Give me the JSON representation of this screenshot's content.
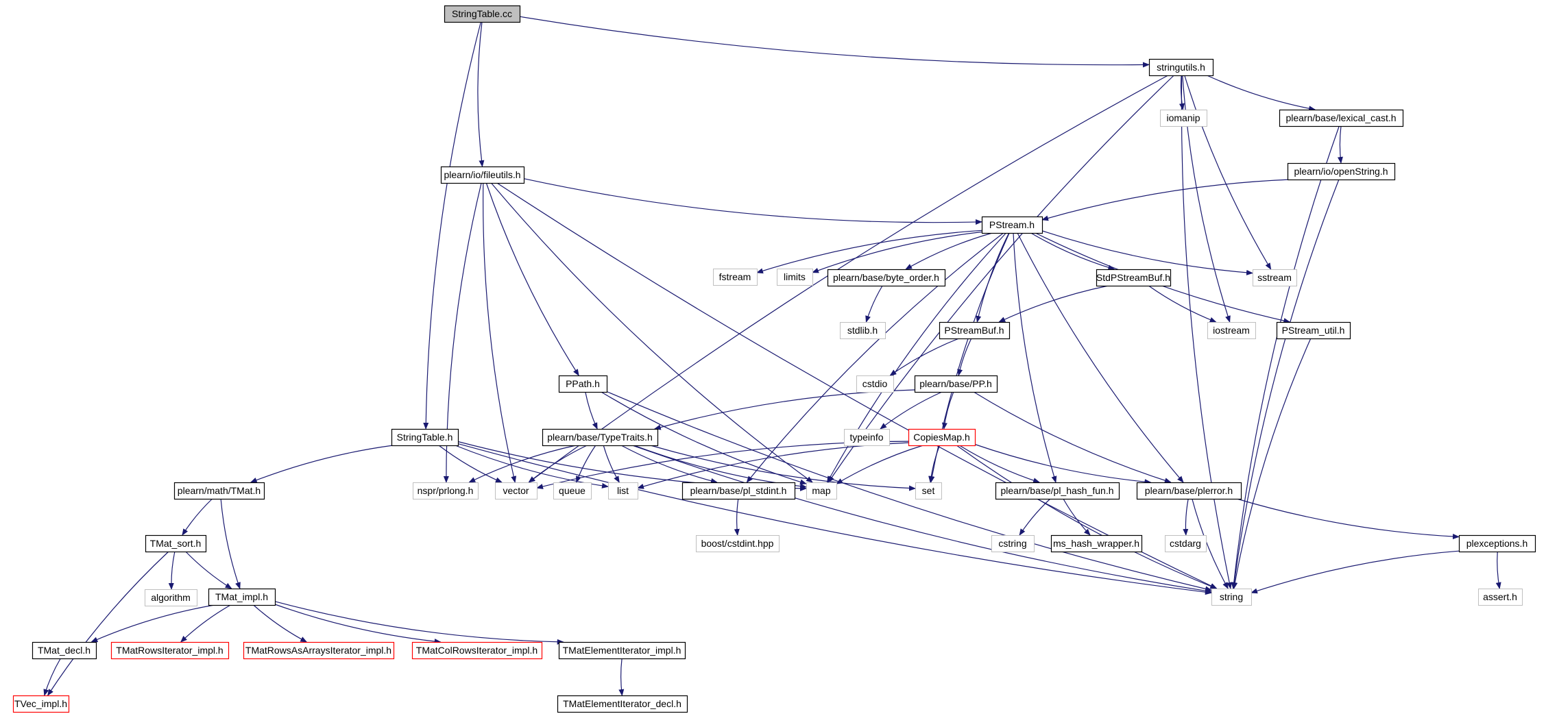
{
  "graph": {
    "edge_color": "#191970",
    "nodes": [
      {
        "id": "stringtable_cc",
        "label": "StringTable.cc",
        "kind": "root"
      },
      {
        "id": "stringutils_h",
        "label": "stringutils.h",
        "kind": "documented"
      },
      {
        "id": "iomanip",
        "label": "iomanip",
        "kind": "system"
      },
      {
        "id": "lexical_cast_h",
        "label": "plearn/base/lexical_cast.h",
        "kind": "documented"
      },
      {
        "id": "fileutils_h",
        "label": "plearn/io/fileutils.h",
        "kind": "documented"
      },
      {
        "id": "openstring_h",
        "label": "plearn/io/openString.h",
        "kind": "documented"
      },
      {
        "id": "pstream_h",
        "label": "PStream.h",
        "kind": "documented"
      },
      {
        "id": "fstream",
        "label": "fstream",
        "kind": "system"
      },
      {
        "id": "limits",
        "label": "limits",
        "kind": "system"
      },
      {
        "id": "byte_order_h",
        "label": "plearn/base/byte_order.h",
        "kind": "documented"
      },
      {
        "id": "stdpstreambuf_h",
        "label": "StdPStreamBuf.h",
        "kind": "documented"
      },
      {
        "id": "sstream",
        "label": "sstream",
        "kind": "system"
      },
      {
        "id": "stdlib_h",
        "label": "stdlib.h",
        "kind": "system"
      },
      {
        "id": "pstreambuf_h",
        "label": "PStreamBuf.h",
        "kind": "documented"
      },
      {
        "id": "iostream",
        "label": "iostream",
        "kind": "system"
      },
      {
        "id": "pstream_util_h",
        "label": "PStream_util.h",
        "kind": "documented"
      },
      {
        "id": "cstdio",
        "label": "cstdio",
        "kind": "system"
      },
      {
        "id": "pp_h",
        "label": "plearn/base/PP.h",
        "kind": "documented"
      },
      {
        "id": "ppath_h",
        "label": "PPath.h",
        "kind": "documented"
      },
      {
        "id": "typeinfo",
        "label": "typeinfo",
        "kind": "system"
      },
      {
        "id": "copiesmap_h",
        "label": "CopiesMap.h",
        "kind": "truncated"
      },
      {
        "id": "stringtable_h",
        "label": "StringTable.h",
        "kind": "documented"
      },
      {
        "id": "typetraits_h",
        "label": "plearn/base/TypeTraits.h",
        "kind": "documented"
      },
      {
        "id": "tmat_h",
        "label": "plearn/math/TMat.h",
        "kind": "documented"
      },
      {
        "id": "prlong_h",
        "label": "nspr/prlong.h",
        "kind": "system"
      },
      {
        "id": "vector",
        "label": "vector",
        "kind": "system"
      },
      {
        "id": "queue",
        "label": "queue",
        "kind": "system"
      },
      {
        "id": "list",
        "label": "list",
        "kind": "system"
      },
      {
        "id": "pl_stdint_h",
        "label": "plearn/base/pl_stdint.h",
        "kind": "documented"
      },
      {
        "id": "map",
        "label": "map",
        "kind": "system"
      },
      {
        "id": "set",
        "label": "set",
        "kind": "system"
      },
      {
        "id": "pl_hash_fun_h",
        "label": "plearn/base/pl_hash_fun.h",
        "kind": "documented"
      },
      {
        "id": "plerror_h",
        "label": "plearn/base/plerror.h",
        "kind": "documented"
      },
      {
        "id": "tmat_sort_h",
        "label": "TMat_sort.h",
        "kind": "documented"
      },
      {
        "id": "cstdint_hpp",
        "label": "boost/cstdint.hpp",
        "kind": "system"
      },
      {
        "id": "cstring",
        "label": "cstring",
        "kind": "system"
      },
      {
        "id": "ms_hash_wrapper_h",
        "label": "ms_hash_wrapper.h",
        "kind": "documented"
      },
      {
        "id": "cstdarg",
        "label": "cstdarg",
        "kind": "system"
      },
      {
        "id": "plexceptions_h",
        "label": "plexceptions.h",
        "kind": "documented"
      },
      {
        "id": "algorithm",
        "label": "algorithm",
        "kind": "system"
      },
      {
        "id": "tmat_impl_h",
        "label": "TMat_impl.h",
        "kind": "documented"
      },
      {
        "id": "string",
        "label": "string",
        "kind": "system"
      },
      {
        "id": "assert_h",
        "label": "assert.h",
        "kind": "system"
      },
      {
        "id": "tmat_decl_h",
        "label": "TMat_decl.h",
        "kind": "documented"
      },
      {
        "id": "tmatrowsiterator_impl_h",
        "label": "TMatRowsIterator_impl.h",
        "kind": "truncated"
      },
      {
        "id": "tmatrowsasarraysiterator_impl_h",
        "label": "TMatRowsAsArraysIterator_impl.h",
        "kind": "truncated"
      },
      {
        "id": "tmatcolrowsiterator_impl_h",
        "label": "TMatColRowsIterator_impl.h",
        "kind": "truncated"
      },
      {
        "id": "tmatelementiterator_impl_h",
        "label": "TMatElementIterator_impl.h",
        "kind": "documented"
      },
      {
        "id": "tvec_impl_h",
        "label": "TVec_impl.h",
        "kind": "truncated"
      },
      {
        "id": "tmatelementiterator_decl_h",
        "label": "TMatElementIterator_decl.h",
        "kind": "documented"
      }
    ],
    "edges": [
      [
        "stringtable_cc",
        "stringutils_h"
      ],
      [
        "stringtable_cc",
        "fileutils_h"
      ],
      [
        "stringtable_cc",
        "stringtable_h"
      ],
      [
        "stringutils_h",
        "iomanip"
      ],
      [
        "stringutils_h",
        "lexical_cast_h"
      ],
      [
        "stringutils_h",
        "sstream"
      ],
      [
        "stringutils_h",
        "iostream"
      ],
      [
        "stringutils_h",
        "string"
      ],
      [
        "stringutils_h",
        "vector"
      ],
      [
        "stringutils_h",
        "map"
      ],
      [
        "lexical_cast_h",
        "openstring_h"
      ],
      [
        "lexical_cast_h",
        "string"
      ],
      [
        "openstring_h",
        "pstream_h"
      ],
      [
        "openstring_h",
        "string"
      ],
      [
        "fileutils_h",
        "pstream_h"
      ],
      [
        "fileutils_h",
        "ppath_h"
      ],
      [
        "fileutils_h",
        "vector"
      ],
      [
        "fileutils_h",
        "map"
      ],
      [
        "fileutils_h",
        "prlong_h"
      ],
      [
        "fileutils_h",
        "string"
      ],
      [
        "pstream_h",
        "fstream"
      ],
      [
        "pstream_h",
        "limits"
      ],
      [
        "pstream_h",
        "byte_order_h"
      ],
      [
        "pstream_h",
        "stdpstreambuf_h"
      ],
      [
        "pstream_h",
        "sstream"
      ],
      [
        "pstream_h",
        "pstream_util_h"
      ],
      [
        "pstream_h",
        "pstreambuf_h"
      ],
      [
        "pstream_h",
        "map"
      ],
      [
        "pstream_h",
        "pl_stdint_h"
      ],
      [
        "pstream_h",
        "set"
      ],
      [
        "pstream_h",
        "pl_hash_fun_h"
      ],
      [
        "pstream_h",
        "plerror_h"
      ],
      [
        "byte_order_h",
        "stdlib_h"
      ],
      [
        "stdpstreambuf_h",
        "pstreambuf_h"
      ],
      [
        "stdpstreambuf_h",
        "iostream"
      ],
      [
        "pstreambuf_h",
        "cstdio"
      ],
      [
        "pstreambuf_h",
        "pp_h"
      ],
      [
        "pstream_util_h",
        "string"
      ],
      [
        "pp_h",
        "typeinfo"
      ],
      [
        "pp_h",
        "copiesmap_h"
      ],
      [
        "pp_h",
        "typetraits_h"
      ],
      [
        "pp_h",
        "plerror_h"
      ],
      [
        "ppath_h",
        "typetraits_h"
      ],
      [
        "ppath_h",
        "map"
      ],
      [
        "ppath_h",
        "string"
      ],
      [
        "copiesmap_h",
        "map"
      ],
      [
        "copiesmap_h",
        "set"
      ],
      [
        "copiesmap_h",
        "pl_hash_fun_h"
      ],
      [
        "copiesmap_h",
        "plerror_h"
      ],
      [
        "copiesmap_h",
        "vector"
      ],
      [
        "copiesmap_h",
        "list"
      ],
      [
        "copiesmap_h",
        "string"
      ],
      [
        "stringtable_h",
        "tmat_h"
      ],
      [
        "stringtable_h",
        "vector"
      ],
      [
        "stringtable_h",
        "list"
      ],
      [
        "stringtable_h",
        "map"
      ],
      [
        "stringtable_h",
        "string"
      ],
      [
        "typetraits_h",
        "prlong_h"
      ],
      [
        "typetraits_h",
        "vector"
      ],
      [
        "typetraits_h",
        "queue"
      ],
      [
        "typetraits_h",
        "list"
      ],
      [
        "typetraits_h",
        "pl_stdint_h"
      ],
      [
        "typetraits_h",
        "map"
      ],
      [
        "typetraits_h",
        "set"
      ],
      [
        "typetraits_h",
        "string"
      ],
      [
        "pl_stdint_h",
        "cstdint_hpp"
      ],
      [
        "pl_hash_fun_h",
        "cstring"
      ],
      [
        "pl_hash_fun_h",
        "ms_hash_wrapper_h"
      ],
      [
        "plerror_h",
        "cstdarg"
      ],
      [
        "plerror_h",
        "string"
      ],
      [
        "plerror_h",
        "plexceptions_h"
      ],
      [
        "plexceptions_h",
        "string"
      ],
      [
        "plexceptions_h",
        "assert_h"
      ],
      [
        "tmat_h",
        "tmat_sort_h"
      ],
      [
        "tmat_h",
        "tmat_impl_h"
      ],
      [
        "tmat_sort_h",
        "algorithm"
      ],
      [
        "tmat_sort_h",
        "tmat_impl_h"
      ],
      [
        "tmat_sort_h",
        "tvec_impl_h"
      ],
      [
        "tmat_impl_h",
        "tmat_decl_h"
      ],
      [
        "tmat_impl_h",
        "tmatrowsiterator_impl_h"
      ],
      [
        "tmat_impl_h",
        "tmatrowsasarraysiterator_impl_h"
      ],
      [
        "tmat_impl_h",
        "tmatcolrowsiterator_impl_h"
      ],
      [
        "tmat_impl_h",
        "tmatelementiterator_impl_h"
      ],
      [
        "tmat_decl_h",
        "tvec_impl_h"
      ],
      [
        "tmatelementiterator_impl_h",
        "tmatelementiterator_decl_h"
      ]
    ]
  }
}
